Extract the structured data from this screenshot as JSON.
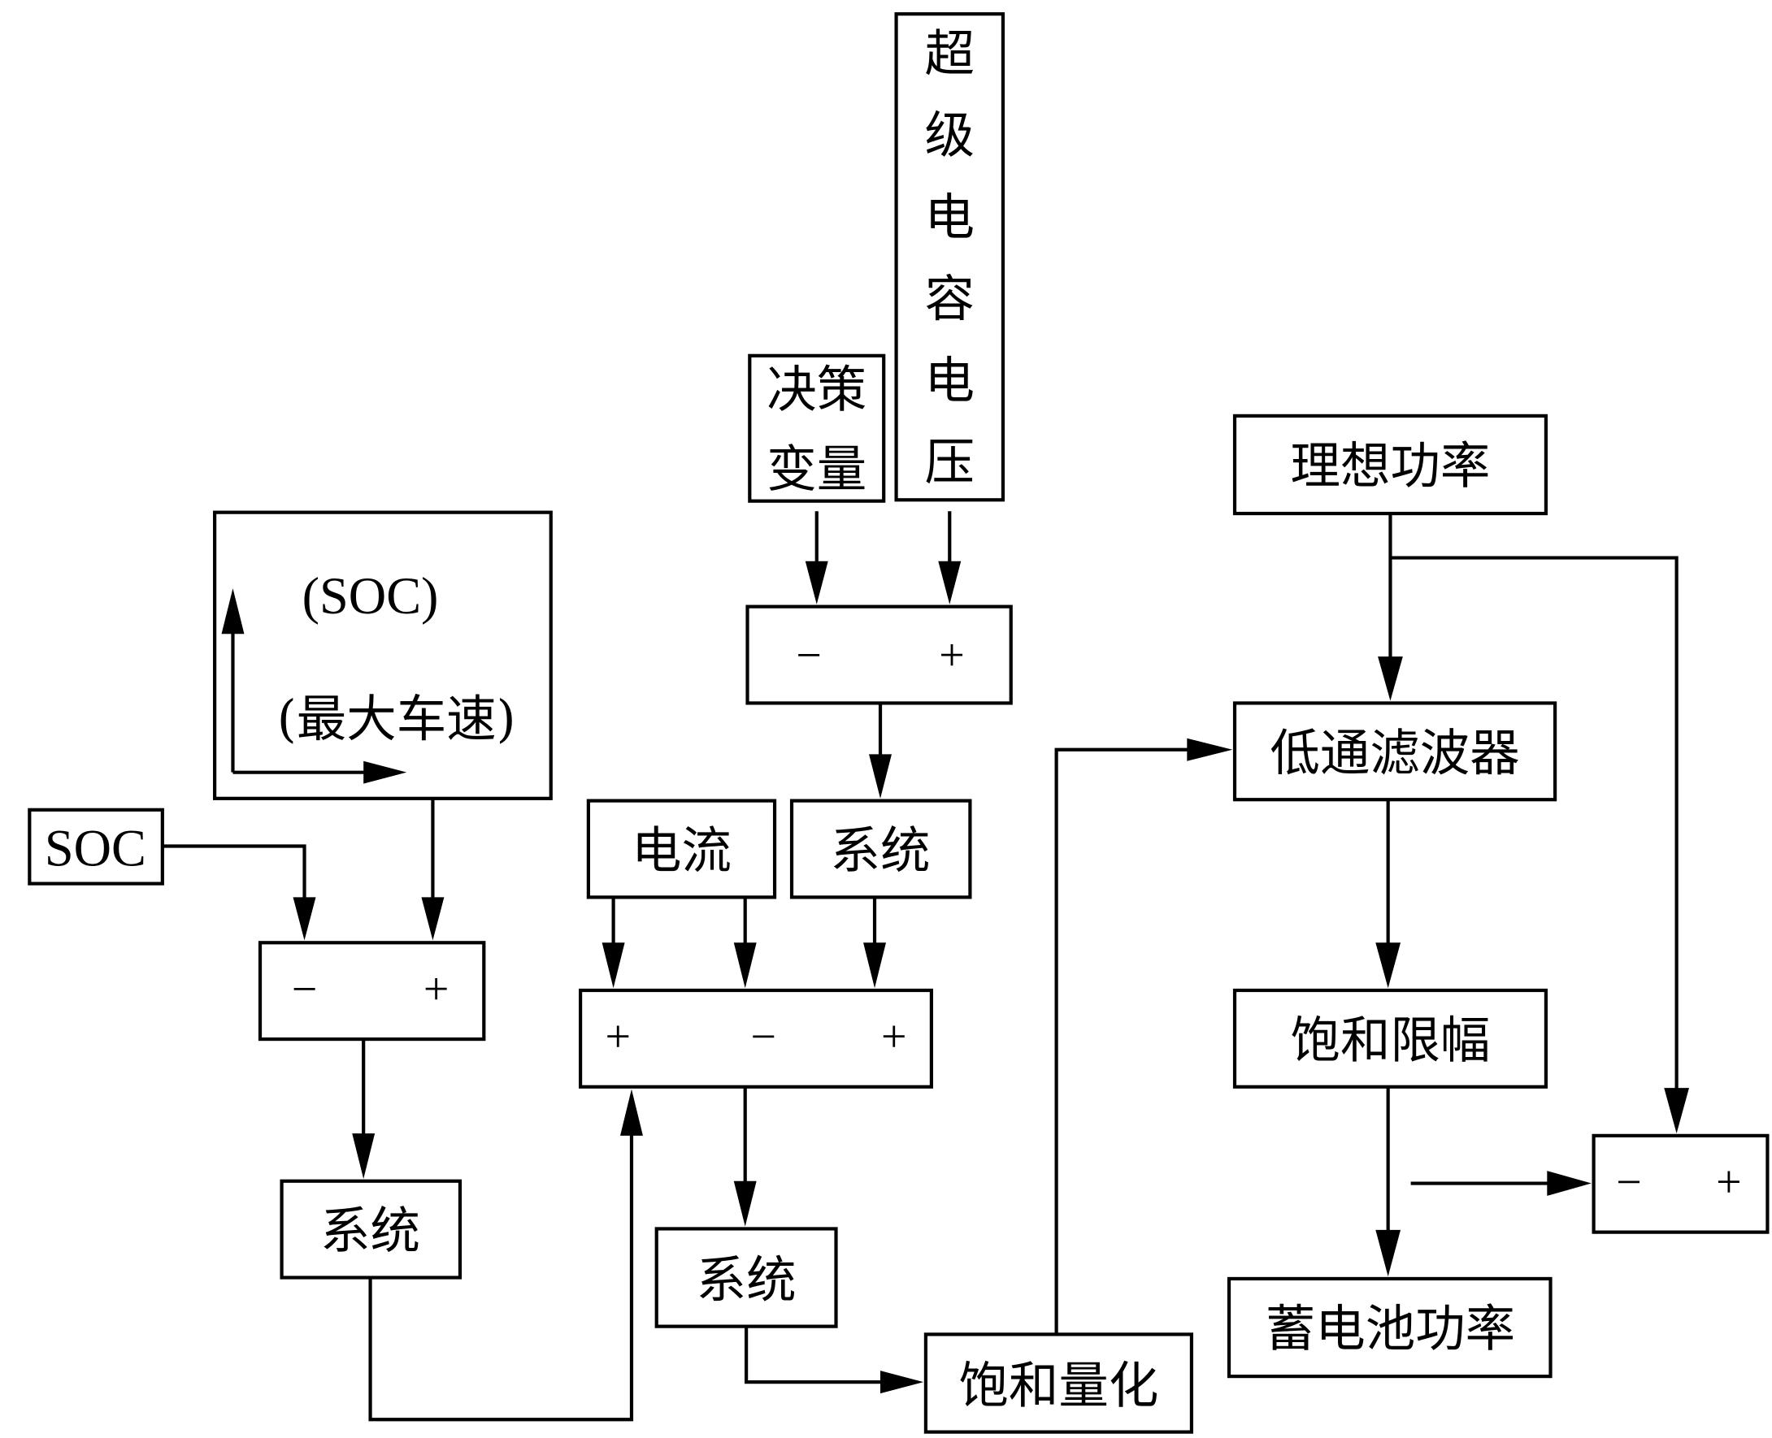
{
  "diagram": {
    "nodes": {
      "supercap_voltage": {
        "label": [
          "超",
          "级",
          "电",
          "容",
          "电",
          "压"
        ]
      },
      "decision_variable": {
        "line1": "决策",
        "line2": "变量"
      },
      "soc_map": {
        "y_label": "(SOC)",
        "x_label": "(最大车速)"
      },
      "soc_input": {
        "label": "SOC"
      },
      "sum1": {
        "left": "−",
        "right": "+"
      },
      "sum2": {
        "left": "−",
        "right": "+"
      },
      "current": {
        "label": "电流"
      },
      "system_top": {
        "label": "系统"
      },
      "sum3": {
        "a": "+",
        "b": "−",
        "c": "+"
      },
      "system_left": {
        "label": "系统"
      },
      "system_mid": {
        "label": "系统"
      },
      "saturation_quantize": {
        "label": "饱和量化"
      },
      "ideal_power": {
        "label": "理想功率"
      },
      "low_pass_filter": {
        "label": "低通滤波器"
      },
      "saturation_limit": {
        "label": "饱和限幅"
      },
      "battery_power": {
        "label": "蓄电池功率"
      },
      "sum4": {
        "left": "−",
        "right": "+"
      }
    }
  }
}
